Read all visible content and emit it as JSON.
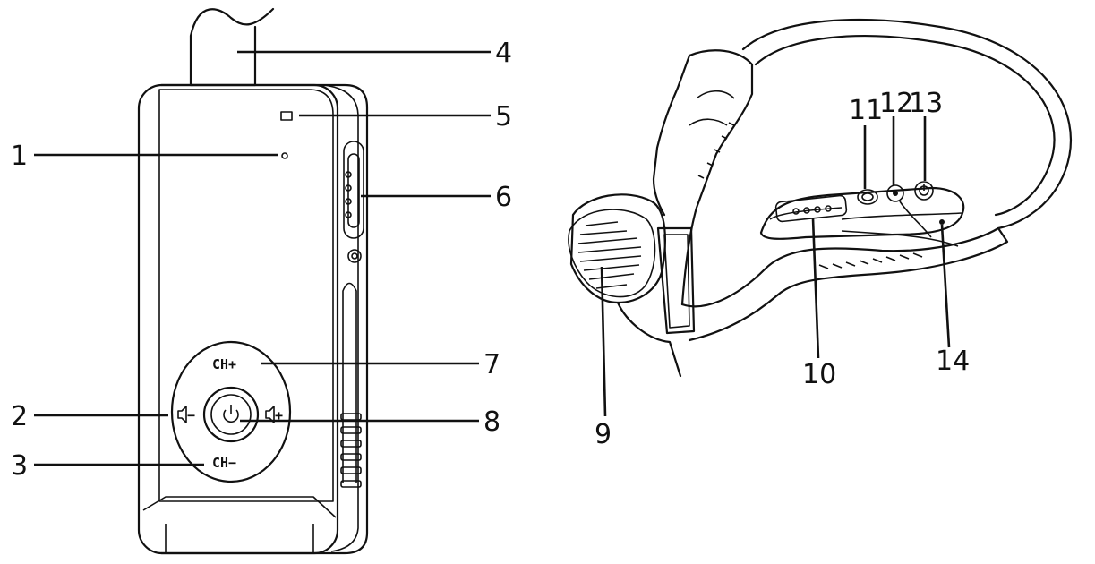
{
  "labels": {
    "l1": "1",
    "l2": "2",
    "l3": "3",
    "l4": "4",
    "l5": "5",
    "l6": "6",
    "l7": "7",
    "l8": "8",
    "l9": "9",
    "l10": "10",
    "l11": "11",
    "l12": "12",
    "l13": "13",
    "l14": "14"
  },
  "button_marks": {
    "ch_plus": "CH+",
    "ch_minus": "CH−",
    "vol_minus": "−",
    "vol_plus": "+"
  },
  "icons": {
    "power": "power-icon",
    "speaker": "speaker-icon"
  },
  "colors": {
    "line": "#111111",
    "background": "#ffffff"
  }
}
